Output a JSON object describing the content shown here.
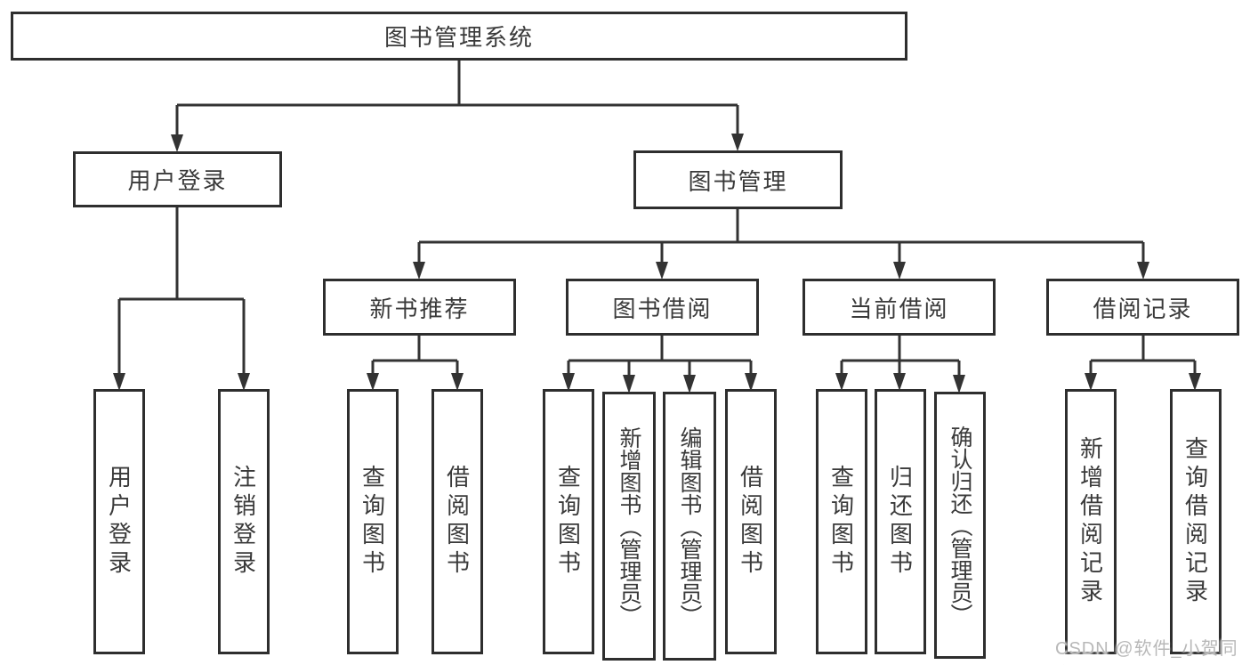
{
  "diagram": {
    "root": {
      "label": "图书管理系统"
    },
    "level2": [
      {
        "label": "用户登录"
      },
      {
        "label": "图书管理"
      }
    ],
    "level3": [
      {
        "label": "新书推荐"
      },
      {
        "label": "图书借阅"
      },
      {
        "label": "当前借阅"
      },
      {
        "label": "借阅记录"
      }
    ],
    "leaves": {
      "user_login": [
        "用户登录",
        "注销登录"
      ],
      "new_book_recommend": [
        "查询图书",
        "借阅图书"
      ],
      "book_borrow": [
        "查询图书",
        "新增图书（管理员）",
        "编辑图书（管理员）",
        "借阅图书"
      ],
      "current_borrow": [
        "查询图书",
        "归还图书",
        "确认归还（管理员）"
      ],
      "borrow_record": [
        "新增借阅记录",
        "查询借阅记录"
      ]
    }
  },
  "watermark": {
    "text": "CSDN @软件_小贺同学"
  },
  "colors": {
    "line": "#333333",
    "box_border": "#2e2e2e",
    "text": "#3a3a3a",
    "watermark": "#b8b8b8",
    "background": "#ffffff"
  }
}
